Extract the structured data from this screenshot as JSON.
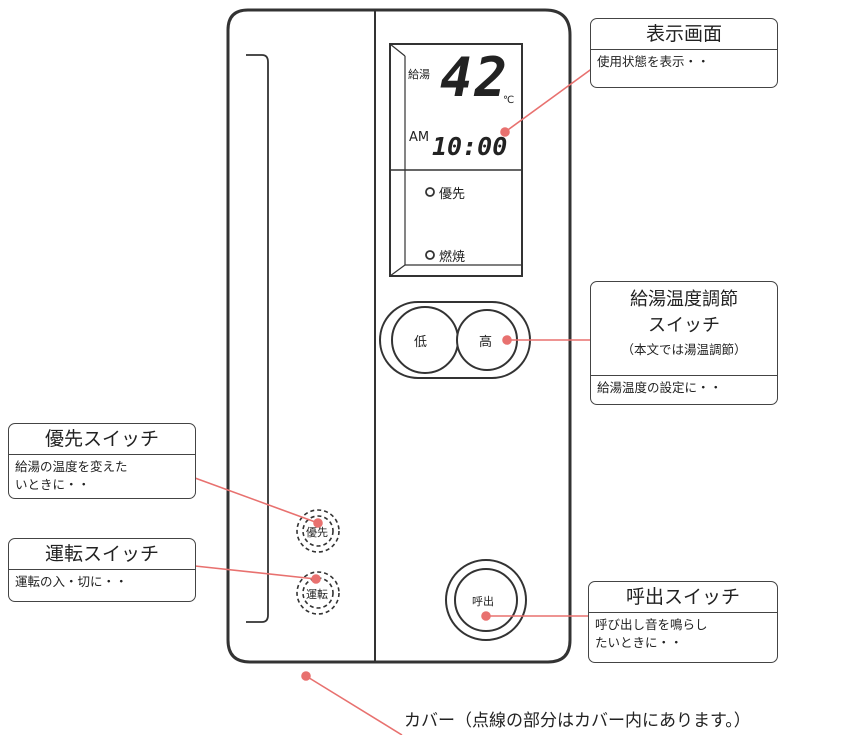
{
  "display": {
    "kyuto_label": "給湯",
    "temperature": "42",
    "unit": "℃",
    "am": "AM",
    "time": "10:00",
    "priority_indicator": "優先",
    "burn_indicator": "燃焼"
  },
  "buttons": {
    "low": "低",
    "high": "高",
    "priority": "優先",
    "run": "運転",
    "call": "呼出"
  },
  "callouts": {
    "display": {
      "title": "表示画面",
      "text": "使用状態を表示・・"
    },
    "temp": {
      "title_line1": "給湯温度調節",
      "title_line2": "スイッチ",
      "title_line3": "（本文では湯温調節）",
      "text": "給湯温度の設定に・・"
    },
    "priority": {
      "title": "優先スイッチ",
      "text_line1": "給湯の温度を変えた",
      "text_line2": "いときに・・"
    },
    "run": {
      "title": "運転スイッチ",
      "text": "運転の入・切に・・"
    },
    "call": {
      "title": "呼出スイッチ",
      "text_line1": "呼び出し音を鳴らし",
      "text_line2": "たいときに・・"
    },
    "cover": "カバー（点線の部分はカバー内にあります。）"
  },
  "colors": {
    "leader": "#e8716f",
    "outline": "#3a3a3a"
  }
}
